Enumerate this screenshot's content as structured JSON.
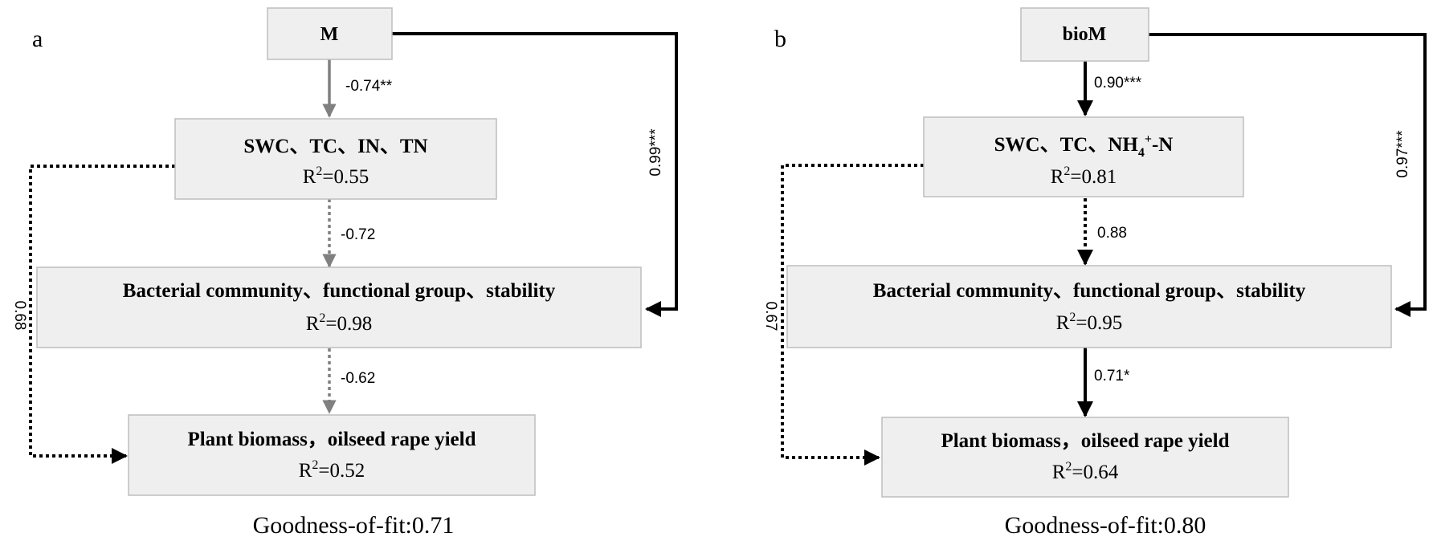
{
  "panels": {
    "a": {
      "letter": "a",
      "top_node": "M",
      "soil_node": {
        "title": "SWC、TC、IN、TN",
        "r2_label": "R",
        "r2_sup": "2",
        "r2_value": "=0.55"
      },
      "bacteria_node": {
        "title": "Bacterial community、functional group、stability",
        "r2_label": "R",
        "r2_sup": "2",
        "r2_value": "=0.98"
      },
      "plant_node": {
        "title": "Plant biomass，oilseed rape yield",
        "r2_label": "R",
        "r2_sup": "2",
        "r2_value": "=0.52"
      },
      "paths": {
        "top_to_soil": "-0.74**",
        "soil_to_bacteria": "-0.72",
        "bacteria_to_plant": "-0.62",
        "top_to_bacteria": "0.99***",
        "soil_to_plant": "0.68"
      },
      "goodness": "Goodness-of-fit:0.71"
    },
    "b": {
      "letter": "b",
      "top_node": "bioM",
      "soil_node": {
        "title_main": "SWC、TC、NH",
        "title_sub": "4",
        "title_sup": "+",
        "title_end": "-N",
        "r2_label": "R",
        "r2_sup": "2",
        "r2_value": "=0.81"
      },
      "bacteria_node": {
        "title": "Bacterial community、functional group、stability",
        "r2_label": "R",
        "r2_sup": "2",
        "r2_value": "=0.95"
      },
      "plant_node": {
        "title": "Plant biomass，oilseed rape yield",
        "r2_label": "R",
        "r2_sup": "2",
        "r2_value": "=0.64"
      },
      "paths": {
        "top_to_soil": "0.90***",
        "soil_to_bacteria": "0.88",
        "bacteria_to_plant": "0.71*",
        "top_to_bacteria": "0.97***",
        "soil_to_plant": "0.67"
      },
      "goodness": "Goodness-of-fit:0.80"
    }
  },
  "colors": {
    "positive_path": "#000000",
    "negative_path": "#808080",
    "box_fill": "#efefef",
    "box_border": "#bdbdbd"
  }
}
